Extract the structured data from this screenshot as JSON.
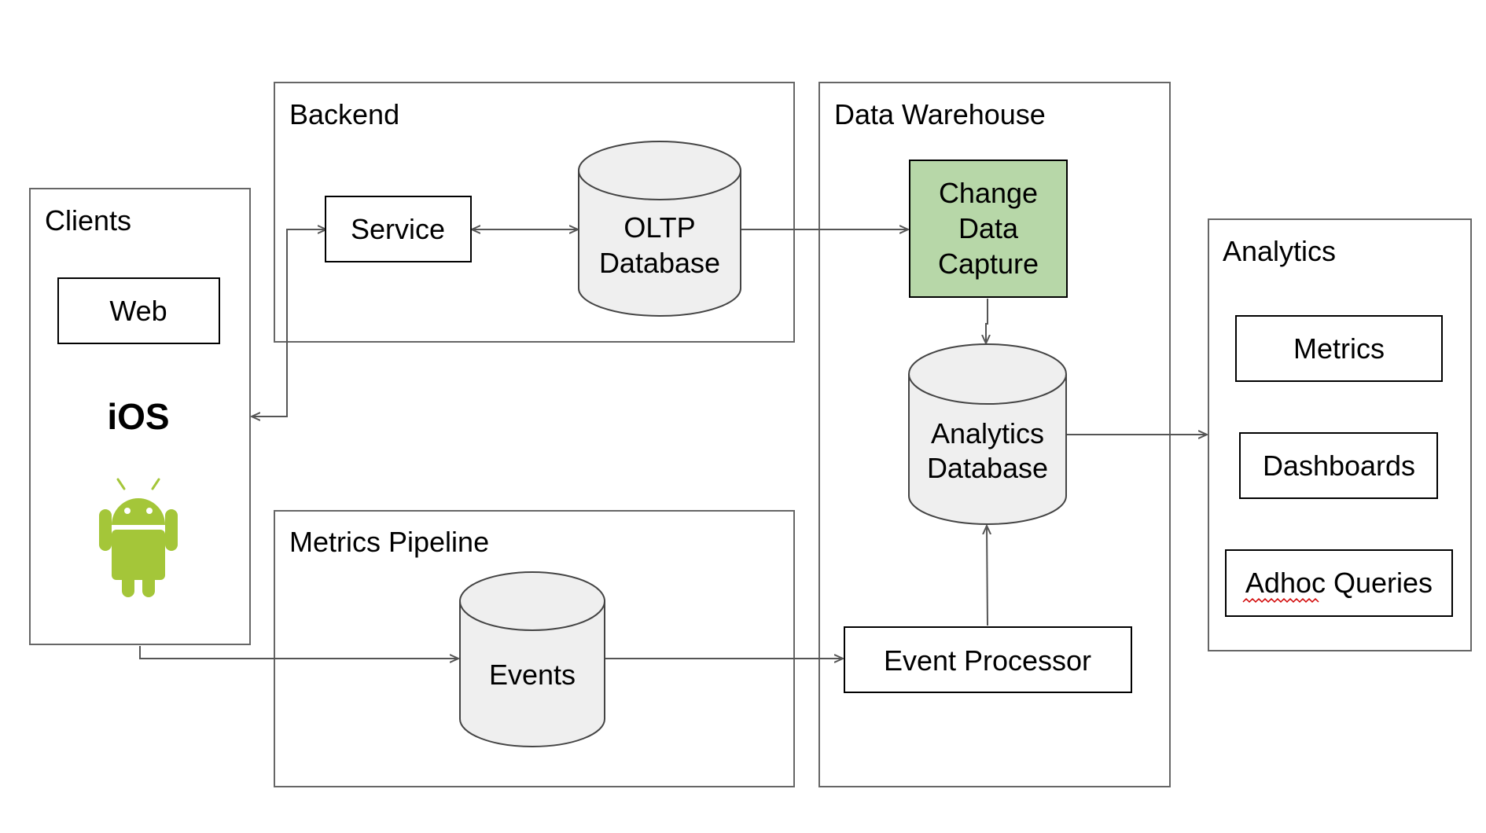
{
  "groups": {
    "clients": "Clients",
    "backend": "Backend",
    "metrics_pipeline": "Metrics Pipeline",
    "data_warehouse": "Data Warehouse",
    "analytics": "Analytics"
  },
  "nodes": {
    "web": "Web",
    "ios": "iOS",
    "android_icon": "android-robot-icon",
    "service": "Service",
    "oltp_line1": "OLTP",
    "oltp_line2": "Database",
    "cdc_line1": "Change",
    "cdc_line2": "Data",
    "cdc_line3": "Capture",
    "adb_line1": "Analytics",
    "adb_line2": "Database",
    "events": "Events",
    "event_processor": "Event Processor",
    "metrics": "Metrics",
    "dashboards": "Dashboards",
    "adhoc_queries": "Adhoc Queries"
  },
  "colors": {
    "cdc_fill": "#b7d7a8",
    "android_green": "#a4c639",
    "cylinder_fill": "#efefef"
  }
}
